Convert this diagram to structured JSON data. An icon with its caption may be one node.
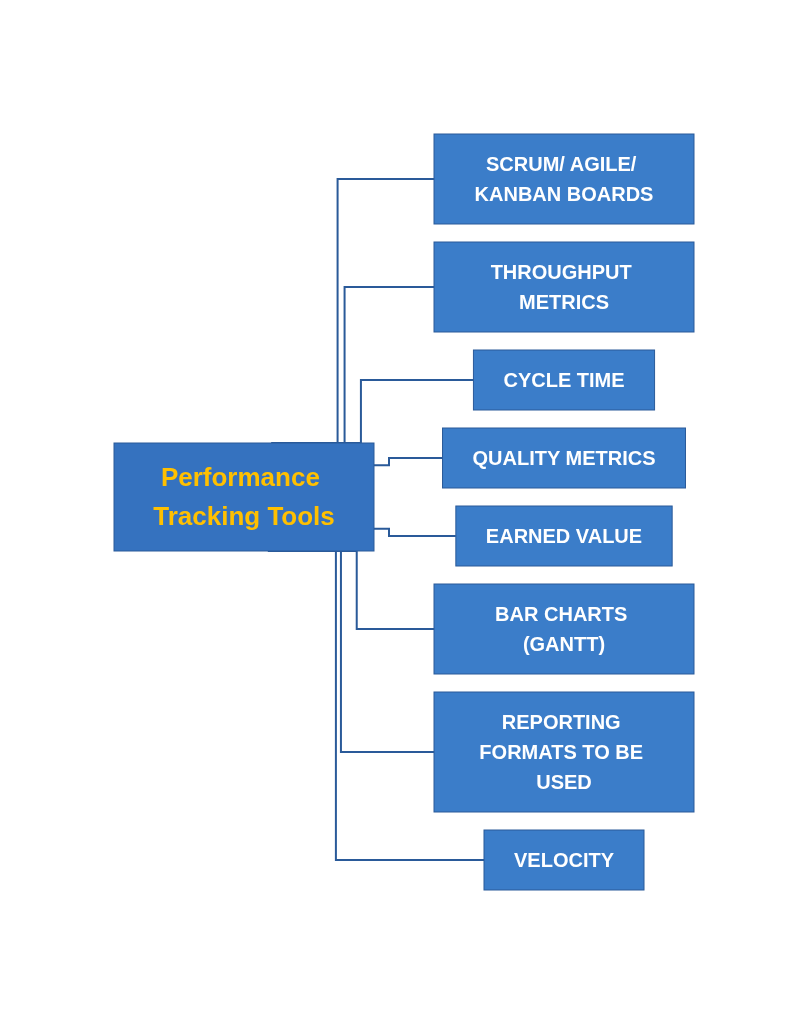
{
  "diagram": {
    "nodes": [
      {
        "text": [
          "Performance Tracking Tools"
        ]
      },
      {
        "text": [
          "SCRUM/ AGILE/ KANBAN BOARDS"
        ]
      },
      {
        "text": [
          "THROUGHPUT METRICS"
        ]
      },
      {
        "text": [
          "CYCLE TIME"
        ]
      },
      {
        "text": [
          "QUALITY METRICS"
        ]
      },
      {
        "text": [
          "EARNED VALUE"
        ]
      },
      {
        "text": [
          "BAR CHARTS (GANTT)"
        ]
      },
      {
        "text": [
          "REPORTING FORMATS TO BE USED"
        ]
      },
      {
        "text": [
          "VELOCITY"
        ]
      }
    ],
    "edges": [
      {
        "from": 0,
        "to": 1,
        "arrow": "none"
      },
      {
        "from": 0,
        "to": 2,
        "arrow": "none"
      },
      {
        "from": 0,
        "to": 3,
        "arrow": "none"
      },
      {
        "from": 0,
        "to": 4,
        "arrow": "none"
      },
      {
        "from": 0,
        "to": 5,
        "arrow": "none"
      },
      {
        "from": 0,
        "to": 6,
        "arrow": "none"
      },
      {
        "from": 0,
        "to": 7,
        "arrow": "none"
      },
      {
        "from": 0,
        "to": 8,
        "arrow": "none"
      }
    ]
  }
}
